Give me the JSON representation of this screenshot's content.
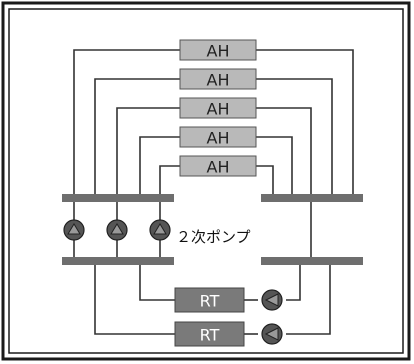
{
  "colors": {
    "background": "#ffffff",
    "frame": "#1a1a1a",
    "line": "#333333",
    "ah_fill": "#b9b9b9",
    "header_fill": "#6e6e6e",
    "rt_fill": "#7a7a7a",
    "pump_fill": "#555555"
  },
  "air_handlers": [
    {
      "label": "AH"
    },
    {
      "label": "AH"
    },
    {
      "label": "AH"
    },
    {
      "label": "AH"
    },
    {
      "label": "AH"
    }
  ],
  "pumps": {
    "label": "２次ポンプ",
    "count": 3
  },
  "refrigerators": [
    {
      "label": "RT"
    },
    {
      "label": "RT"
    }
  ]
}
